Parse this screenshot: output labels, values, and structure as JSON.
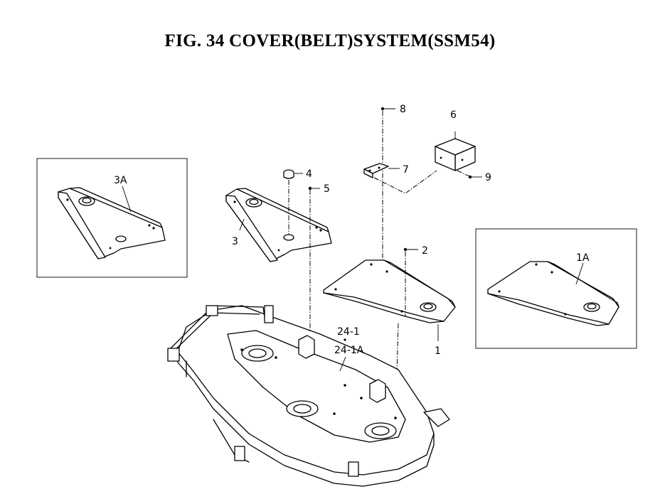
{
  "title": "FIG. 34  COVER(BELT)SYSTEM(SSM54)",
  "callouts": {
    "c1": "1",
    "c1a": "1A",
    "c2": "2",
    "c3": "3",
    "c3a": "3A",
    "c4": "4",
    "c5": "5",
    "c6": "6",
    "c7": "7",
    "c8": "8",
    "c9": "9",
    "c24_1": "24-1",
    "c24_1a": "24-1A"
  }
}
